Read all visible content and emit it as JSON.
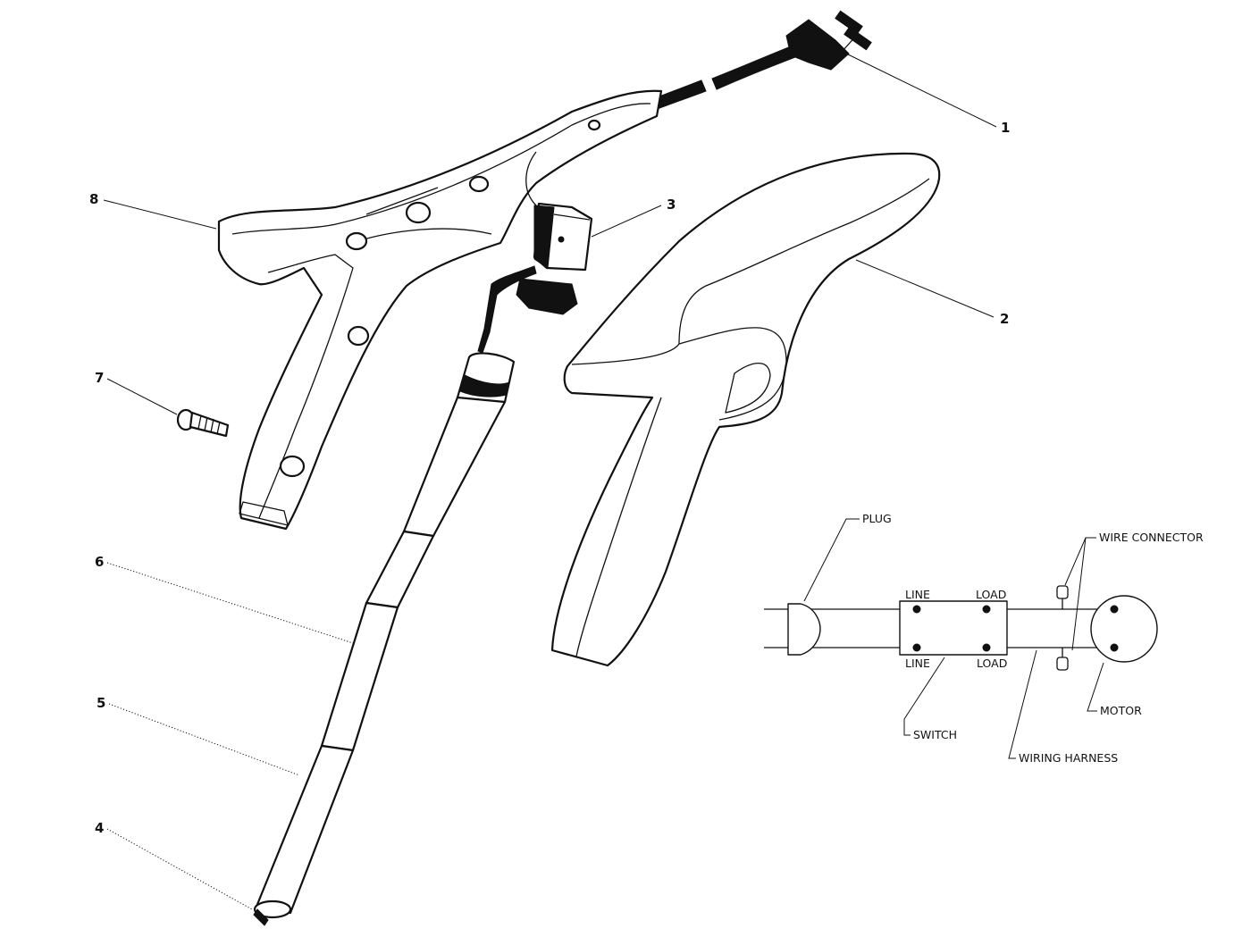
{
  "callouts": {
    "c1": "1",
    "c2": "2",
    "c3": "3",
    "c4": "4",
    "c5": "5",
    "c6": "6",
    "c7": "7",
    "c8": "8"
  },
  "schematic": {
    "plug": "PLUG",
    "wire_connector": "WIRE CONNECTOR",
    "line_top": "LINE",
    "load_top": "LOAD",
    "line_bottom": "LINE",
    "load_bottom": "LOAD",
    "switch": "SWITCH",
    "wiring_harness": "WIRING HARNESS",
    "motor": "MOTOR"
  }
}
